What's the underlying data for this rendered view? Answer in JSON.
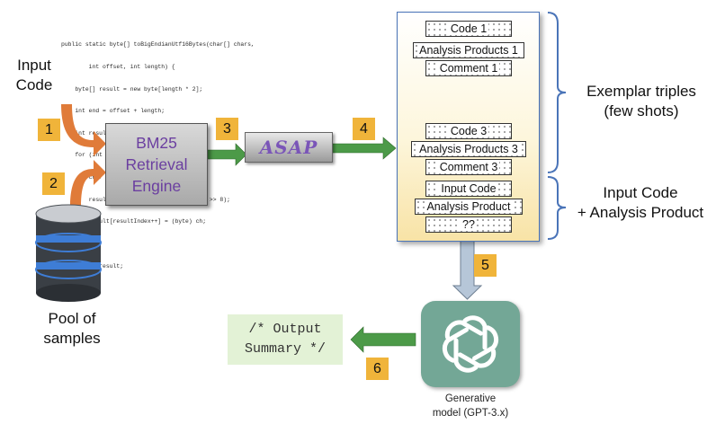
{
  "code_snippet": [
    "public static byte[] toBigEndianUtf16Bytes(char[] chars,",
    "        int offset, int length) {",
    "    byte[] result = new byte[length * 2];",
    "    int end = offset + length;",
    "    int resultIndex = 0;",
    "    for (int i = offset; i < end; ++i) {",
    "        char ch = chars[i];",
    "        result[resultIndex++] = (byte) (ch >> 8);",
    "        result[resultIndex++] = (byte) ch;",
    "    }",
    "    return result;",
    "}"
  ],
  "labels": {
    "input_code": [
      "Input",
      "Code"
    ],
    "pool": [
      "Pool of",
      "samples"
    ],
    "exemplar": [
      "Exemplar triples",
      "(few shots)"
    ],
    "input_product": [
      "Input Code",
      "+ Analysis Product"
    ],
    "generative": [
      "Generative",
      "model (GPT-3.x)"
    ]
  },
  "steps": [
    "1",
    "2",
    "3",
    "4",
    "5",
    "6"
  ],
  "bm25": [
    "BM25",
    "Retrieval",
    "Engine"
  ],
  "asap": "ASAP",
  "prompt_slots": {
    "code1": "Code 1",
    "analysis1": "Analysis Products 1",
    "comment1": "Comment 1",
    "code3": "Code 3",
    "analysis3": "Analysis Products 3",
    "comment3": "Comment 3",
    "input_code": "Input Code",
    "analysis_product": "Analysis Product",
    "unknown": "??"
  },
  "output": [
    "/* Output",
    "Summary */"
  ],
  "colors": {
    "arrow_orange": "#e07b39",
    "arrow_green": "#4c9a48",
    "step_badge": "#f0b43a",
    "gpt_tile": "#73a796",
    "panel_border": "#4a74b8",
    "bracket": "#4a74b8"
  }
}
